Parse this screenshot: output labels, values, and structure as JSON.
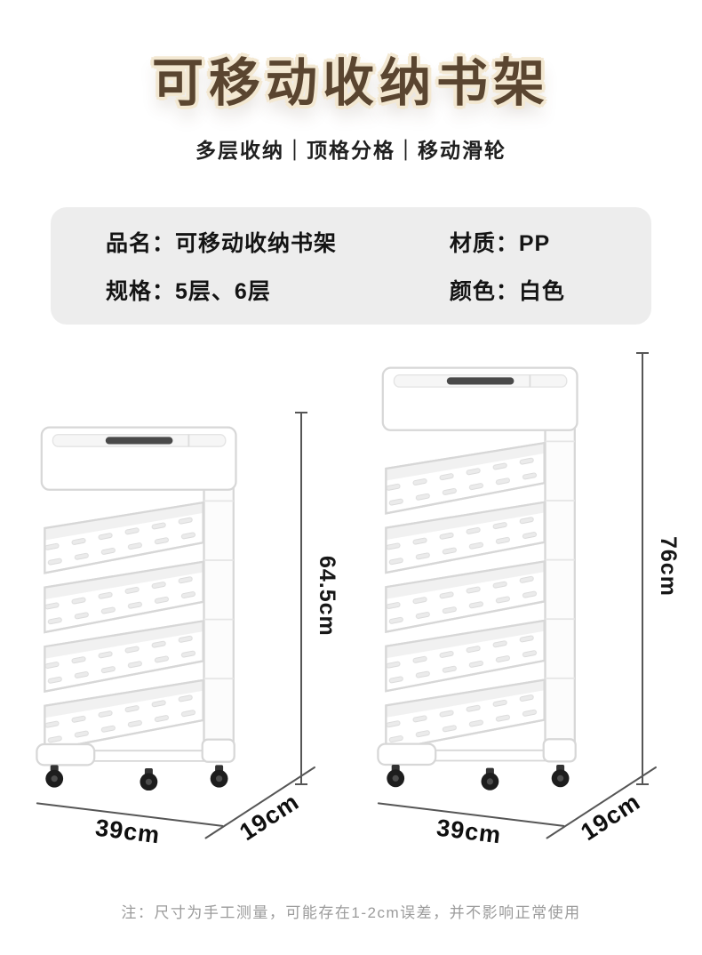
{
  "header": {
    "title": "可移动收纳书架",
    "subtitle": "多层收纳｜顶格分格｜移动滑轮"
  },
  "specs": {
    "items": [
      {
        "label": "品名：",
        "value": "可移动收纳书架"
      },
      {
        "label": "材质：",
        "value": "PP"
      },
      {
        "label": "规格：",
        "value": "5层、6层"
      },
      {
        "label": "颜色：",
        "value": "白色"
      }
    ]
  },
  "products": [
    {
      "tiers": 5,
      "height": "64.5cm",
      "width": "39cm",
      "depth": "19cm"
    },
    {
      "tiers": 6,
      "height": "76cm",
      "width": "39cm",
      "depth": "19cm"
    }
  ],
  "footer": {
    "note": "注：尺寸为手工测量，可能存在1-2cm误差，并不影响正常使用"
  },
  "colors": {
    "title_fill": "#5a4530",
    "title_outline": "#f3e8d2",
    "card_bg": "#ededed",
    "text": "#141414",
    "note": "#9b9b9b",
    "dimension": "#565656",
    "shelf_stroke": "#d7d7d7",
    "wheel": "#1d1d1d"
  }
}
